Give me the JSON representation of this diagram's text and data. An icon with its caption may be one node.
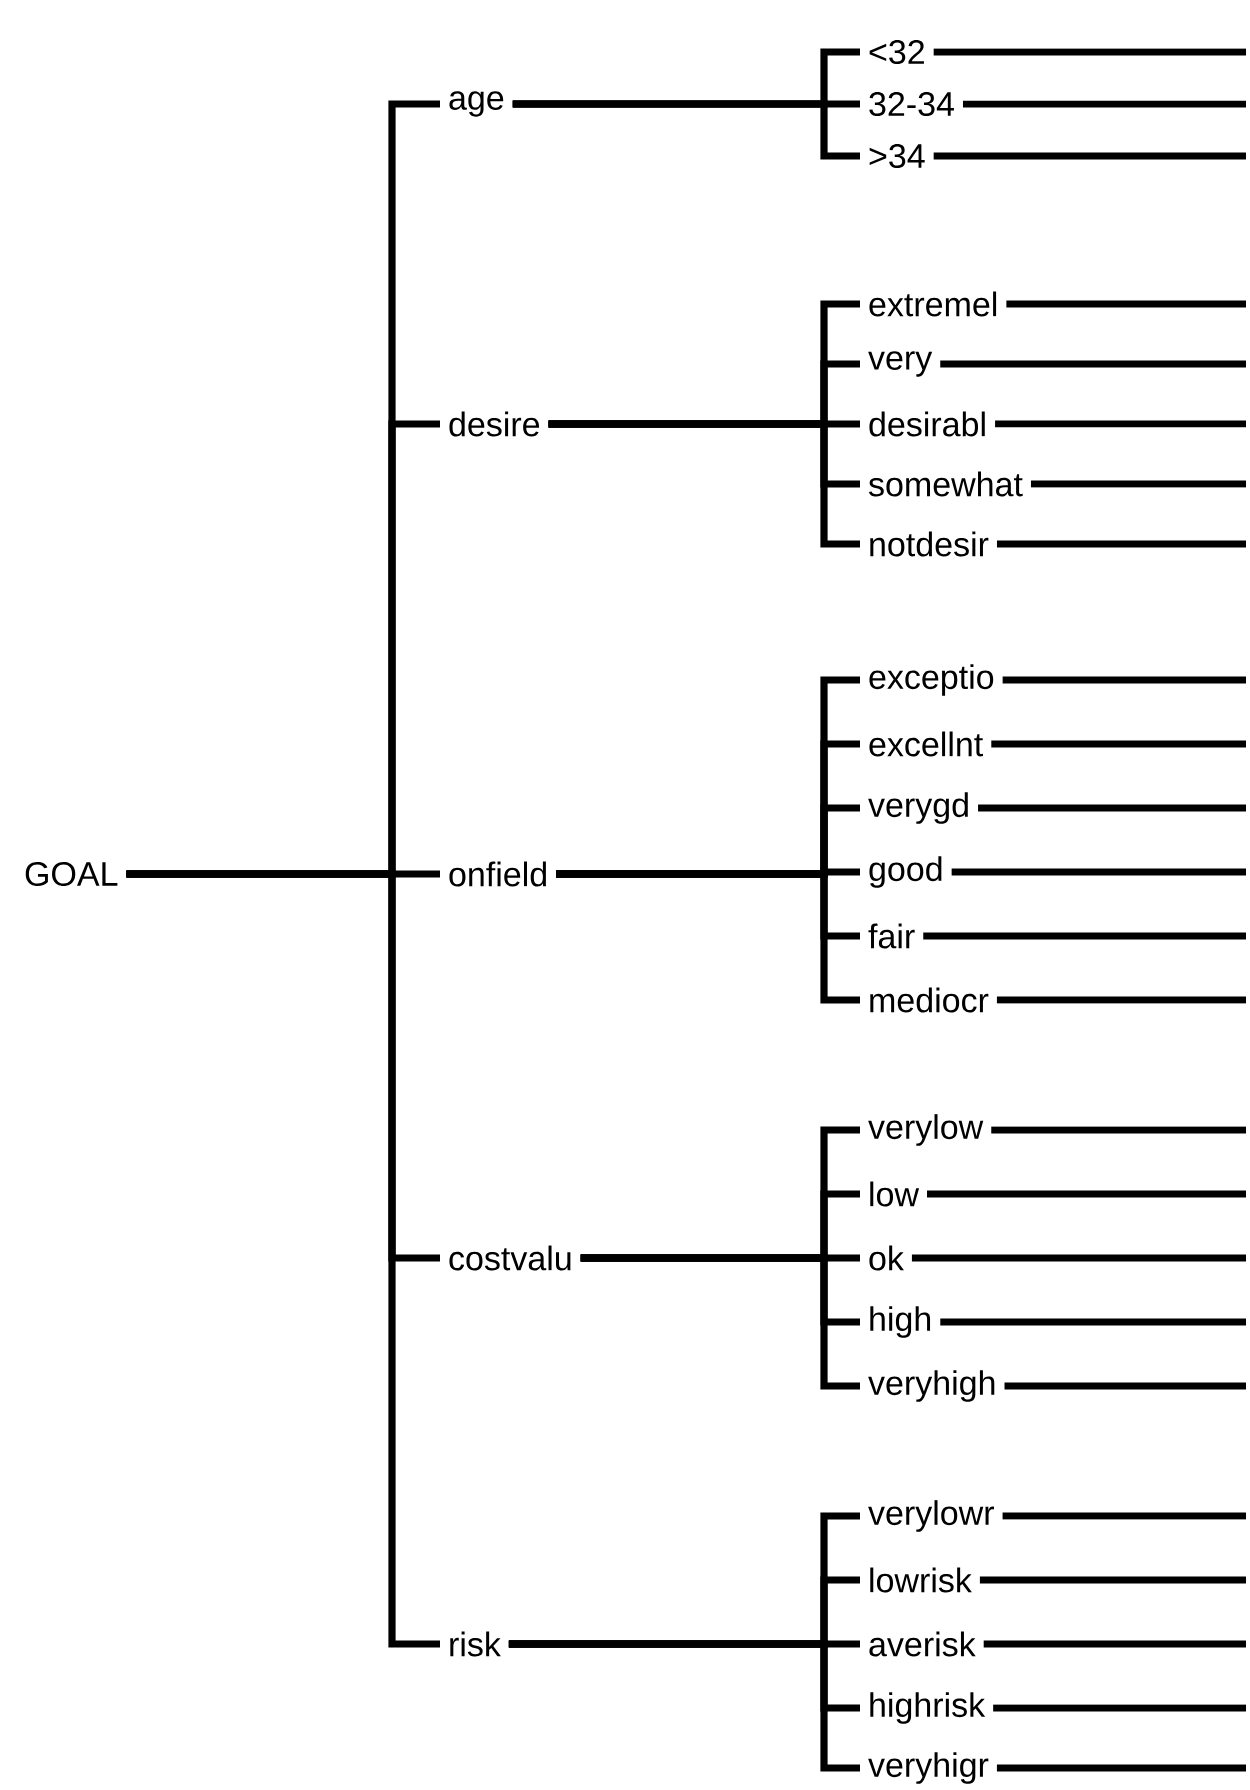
{
  "diagram": {
    "nodes": [
      {
        "text": [
          "GOAL"
        ]
      },
      {
        "text": [
          "age"
        ]
      },
      {
        "text": [
          "desire"
        ]
      },
      {
        "text": [
          "onfield"
        ]
      },
      {
        "text": [
          "costvalu"
        ]
      },
      {
        "text": [
          "risk"
        ]
      },
      {
        "text": [
          "<32"
        ]
      },
      {
        "text": [
          "32-34"
        ]
      },
      {
        "text": [
          ">34"
        ]
      },
      {
        "text": [
          "extremel"
        ]
      },
      {
        "text": [
          "very"
        ]
      },
      {
        "text": [
          "desirabl"
        ]
      },
      {
        "text": [
          "somewhat"
        ]
      },
      {
        "text": [
          "notdesir"
        ]
      },
      {
        "text": [
          "exceptio"
        ]
      },
      {
        "text": [
          "excellnt"
        ]
      },
      {
        "text": [
          "verygd"
        ]
      },
      {
        "text": [
          "good"
        ]
      },
      {
        "text": [
          "fair"
        ]
      },
      {
        "text": [
          "mediocr"
        ]
      },
      {
        "text": [
          "verylow"
        ]
      },
      {
        "text": [
          "low"
        ]
      },
      {
        "text": [
          "ok"
        ]
      },
      {
        "text": [
          "high"
        ]
      },
      {
        "text": [
          "veryhigh"
        ]
      },
      {
        "text": [
          "verylowr"
        ]
      },
      {
        "text": [
          "lowrisk"
        ]
      },
      {
        "text": [
          "averisk"
        ]
      },
      {
        "text": [
          "highrisk"
        ]
      },
      {
        "text": [
          "veryhigr"
        ]
      }
    ],
    "edges": [
      {
        "from": 0,
        "to": 1,
        "arrow": "none"
      },
      {
        "from": 0,
        "to": 2,
        "arrow": "none"
      },
      {
        "from": 0,
        "to": 3,
        "arrow": "none"
      },
      {
        "from": 0,
        "to": 4,
        "arrow": "none"
      },
      {
        "from": 0,
        "to": 5,
        "arrow": "none"
      },
      {
        "from": 1,
        "to": 6,
        "arrow": "none"
      },
      {
        "from": 1,
        "to": 7,
        "arrow": "none"
      },
      {
        "from": 1,
        "to": 8,
        "arrow": "none"
      },
      {
        "from": 2,
        "to": 9,
        "arrow": "none"
      },
      {
        "from": 2,
        "to": 10,
        "arrow": "none"
      },
      {
        "from": 2,
        "to": 11,
        "arrow": "none"
      },
      {
        "from": 2,
        "to": 12,
        "arrow": "none"
      },
      {
        "from": 2,
        "to": 13,
        "arrow": "none"
      },
      {
        "from": 3,
        "to": 14,
        "arrow": "none"
      },
      {
        "from": 3,
        "to": 15,
        "arrow": "none"
      },
      {
        "from": 3,
        "to": 16,
        "arrow": "none"
      },
      {
        "from": 3,
        "to": 17,
        "arrow": "none"
      },
      {
        "from": 3,
        "to": 18,
        "arrow": "none"
      },
      {
        "from": 3,
        "to": 19,
        "arrow": "none"
      },
      {
        "from": 4,
        "to": 20,
        "arrow": "none"
      },
      {
        "from": 4,
        "to": 21,
        "arrow": "none"
      },
      {
        "from": 4,
        "to": 22,
        "arrow": "none"
      },
      {
        "from": 4,
        "to": 23,
        "arrow": "none"
      },
      {
        "from": 4,
        "to": 24,
        "arrow": "none"
      },
      {
        "from": 5,
        "to": 25,
        "arrow": "none"
      },
      {
        "from": 5,
        "to": 26,
        "arrow": "none"
      },
      {
        "from": 5,
        "to": 27,
        "arrow": "none"
      },
      {
        "from": 5,
        "to": 28,
        "arrow": "none"
      },
      {
        "from": 5,
        "to": 29,
        "arrow": "none"
      },
      {
        "from": 6,
        "to": null,
        "arrow": "none"
      },
      {
        "from": 7,
        "to": null,
        "arrow": "none"
      },
      {
        "from": 8,
        "to": null,
        "arrow": "none"
      },
      {
        "from": 9,
        "to": null,
        "arrow": "none"
      },
      {
        "from": 10,
        "to": null,
        "arrow": "none"
      },
      {
        "from": 11,
        "to": null,
        "arrow": "none"
      },
      {
        "from": 12,
        "to": null,
        "arrow": "none"
      },
      {
        "from": 13,
        "to": null,
        "arrow": "none"
      },
      {
        "from": 14,
        "to": null,
        "arrow": "none"
      },
      {
        "from": 15,
        "to": null,
        "arrow": "none"
      },
      {
        "from": 16,
        "to": null,
        "arrow": "none"
      },
      {
        "from": 17,
        "to": null,
        "arrow": "none"
      },
      {
        "from": 18,
        "to": null,
        "arrow": "none"
      },
      {
        "from": 19,
        "to": null,
        "arrow": "none"
      },
      {
        "from": 20,
        "to": null,
        "arrow": "none"
      },
      {
        "from": 21,
        "to": null,
        "arrow": "none"
      },
      {
        "from": 22,
        "to": null,
        "arrow": "none"
      },
      {
        "from": 23,
        "to": null,
        "arrow": "none"
      },
      {
        "from": 24,
        "to": null,
        "arrow": "none"
      },
      {
        "from": 25,
        "to": null,
        "arrow": "none"
      },
      {
        "from": 26,
        "to": null,
        "arrow": "none"
      },
      {
        "from": 27,
        "to": null,
        "arrow": "none"
      },
      {
        "from": 28,
        "to": null,
        "arrow": "none"
      },
      {
        "from": 29,
        "to": null,
        "arrow": "none"
      }
    ]
  }
}
